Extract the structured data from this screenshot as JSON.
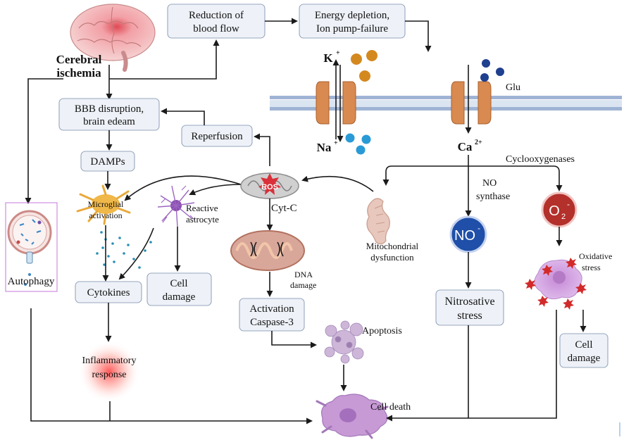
{
  "labels": {
    "cerebral_ischemia_1": "Cerebral",
    "cerebral_ischemia_2": "ischemia",
    "reduction_1": "Reduction of",
    "reduction_2": "blood flow",
    "energy_1": "Energy depletion,",
    "energy_2": "Ion pump-failure",
    "k_ion": "K",
    "k_sup": "+",
    "na_ion": "Na",
    "na_sup": "+",
    "ca_ion": "Ca",
    "ca_sup": "2+",
    "glu": "Glu",
    "bbb_1": "BBB disruption,",
    "bbb_2": "brain edeam",
    "reperfusion": "Reperfusion",
    "damps": "DAMPs",
    "microglial_1": "Microglial",
    "microglial_2": "activation",
    "reactive_1": "Reactive",
    "reactive_2": "astrocyte",
    "ros": "ROS",
    "cyt_c": "Cyt-C",
    "cyclooxygenases": "Cyclooxygenases",
    "no_synthase_1": "NO",
    "no_synthase_2": "synthase",
    "no_symbol": "NO",
    "no_sup": "-",
    "o2_symbol": "O",
    "o2_sub": "2",
    "o2_sup": "-",
    "mito_dys_1": "Mitochondrial",
    "mito_dys_2": "dysfunction",
    "dna_1": "DNA",
    "dna_2": "damage",
    "autophagy": "Autophagy",
    "cytokines": "Cytokines",
    "cell_damage_1a": "Cell",
    "cell_damage_1b": "damage",
    "activation_1": "Activation",
    "activation_2": "Caspase-3",
    "apoptosis": "Apoptosis",
    "nitrosative_1": "Nitrosative",
    "nitrosative_2": "stress",
    "oxidative_1": "Oxidative",
    "oxidative_2": "stress",
    "cell_damage_2a": "Cell",
    "cell_damage_2b": "damage",
    "inflammatory_1": "Inflammatory",
    "inflammatory_2": "response",
    "cell_death": "Cell  death"
  },
  "colors": {
    "box_fill": "#eef2f8",
    "box_stroke": "#97a6bd",
    "no_circle": "#1f4fa8",
    "o2_circle": "#b3302b",
    "potassium": "#d4891f",
    "sodium": "#2a9ad6",
    "glutamate": "#1f3f8f",
    "channel": "#d98a50",
    "membrane": "#b7c6de"
  },
  "icons": [
    "brain-icon",
    "ion-channel-icon",
    "mitochondrion-icon",
    "microglia-icon",
    "astrocyte-icon",
    "neuron-icon",
    "apoptotic-cell-icon",
    "autophagosome-icon"
  ]
}
